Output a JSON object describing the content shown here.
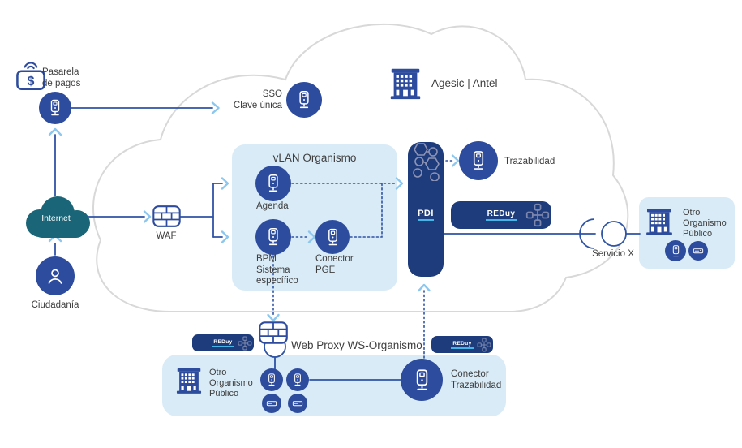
{
  "diagram": {
    "external": {
      "pasarela": {
        "lines": [
          "Pasarela",
          "de pagos"
        ],
        "symbol": "$"
      },
      "internet": {
        "label": "Internet"
      },
      "ciudadania": {
        "label": "Ciudadanía"
      },
      "waf": {
        "label": "WAF"
      }
    },
    "cloud": {
      "sso": {
        "lines": [
          "SSO",
          "Clave única"
        ]
      },
      "agesic": {
        "label": "Agesic | Antel"
      },
      "vlan": {
        "title": "vLAN Organismo",
        "agenda": {
          "label": "Agenda"
        },
        "bpm": {
          "lines": [
            "BPM",
            "Sistema",
            "específico"
          ]
        },
        "conector_pge": {
          "lines": [
            "Conector",
            "PGE"
          ]
        }
      },
      "pdi": {
        "label": "PDI"
      },
      "reduy": {
        "label": "REDuy"
      },
      "trazabilidad": {
        "label": "Trazabilidad"
      }
    },
    "right": {
      "servicio_x": {
        "label": "Servicio X"
      },
      "otro_organismo": {
        "lines": [
          "Otro",
          "Organismo",
          "Público"
        ]
      }
    },
    "bottom": {
      "web_proxy": {
        "label": "Web Proxy WS-Organismo"
      },
      "reduy_left": {
        "label": "REDuy"
      },
      "reduy_right": {
        "label": "REDuy"
      },
      "otro_organismo": {
        "lines": [
          "Otro",
          "Organismo",
          "Público"
        ]
      },
      "conector_trazabilidad": {
        "lines": [
          "Conector",
          "Trazabilidad"
        ]
      }
    },
    "icons": {
      "server-icon": "tower-server-outline",
      "person-icon": "user-outline",
      "building-icon": "office-building",
      "firewall-icon": "brick-wall",
      "payment-gateway-icon": "card-with-contactless-waves",
      "card-device-icon": "payment-terminal",
      "internet-cloud-icon": "filled-cloud",
      "interface-socket-icon": "lollipop-socket",
      "hex-pattern-icon": "molecule-hexagons",
      "square-pattern-icon": "linked-squares"
    }
  },
  "colors": {
    "node_blue": "#2e4c9e",
    "bar_navy": "#1e3c7b",
    "panel_blue": "#d9ebf7",
    "line_blue": "#2f53a5",
    "arrow_light_blue": "#8cc7f0",
    "internet_teal": "#1a6577",
    "cloud_outline": "#d8d8d8",
    "text_dark": "#3e3e3e",
    "reduy_underline": "#45b5e9",
    "pattern_slate": "#8d93b5"
  }
}
